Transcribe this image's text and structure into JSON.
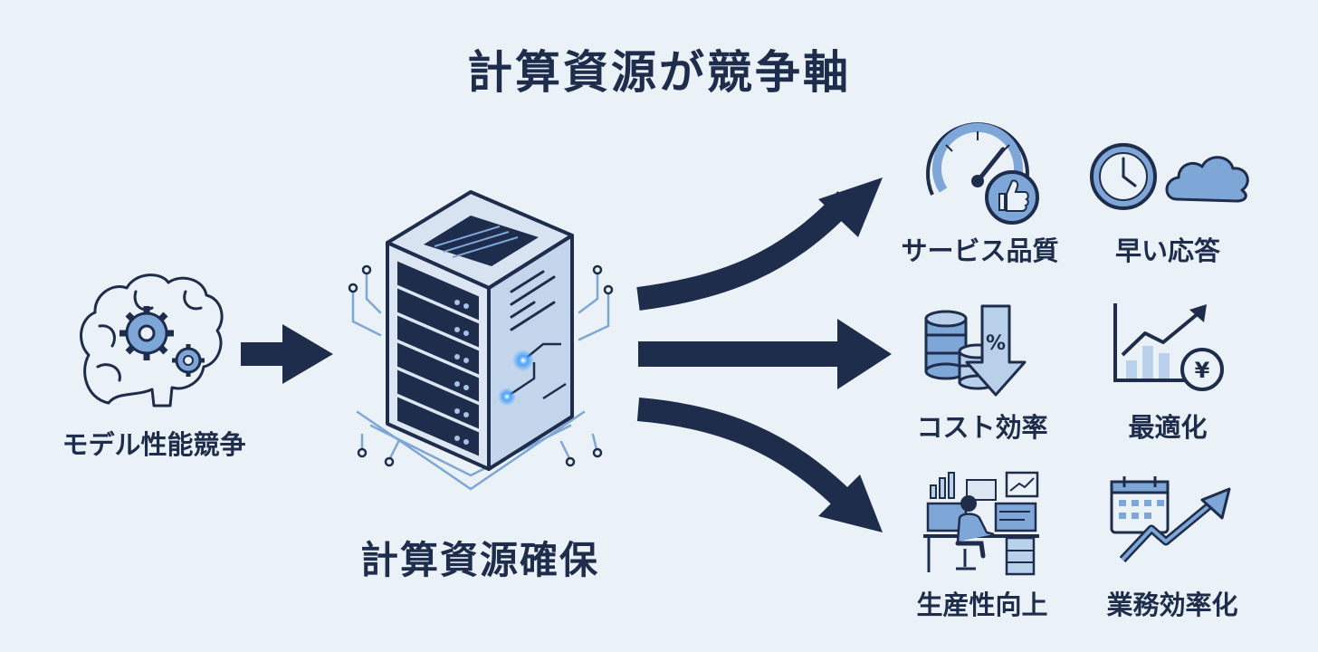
{
  "title": "計算資源が競争軸",
  "left": {
    "label": "モデル性能競争"
  },
  "center": {
    "label": "計算資源確保"
  },
  "outcomes": [
    {
      "label": "サービス品質"
    },
    {
      "label": "早い応答"
    },
    {
      "label": "コスト効率"
    },
    {
      "label": "最適化"
    },
    {
      "label": "生産性向上"
    },
    {
      "label": "業務効率化"
    }
  ],
  "icon_text": {
    "percent": "%",
    "yen": "¥"
  },
  "colors": {
    "navy": "#1f2d4d",
    "accent": "#7ea6d6",
    "light_blue": "#b9d0ea",
    "glow": "#4aa3ff",
    "background": "#eaf1f7"
  },
  "icons": [
    "brain-gears-icon",
    "server-icon",
    "speedometer-icon",
    "thumbs-up-icon",
    "clock-icon",
    "cloud-icon",
    "coins-icon",
    "down-arrow-percent-icon",
    "growth-chart-icon",
    "yen-coin-icon",
    "office-worker-icon",
    "calendar-growth-icon"
  ]
}
